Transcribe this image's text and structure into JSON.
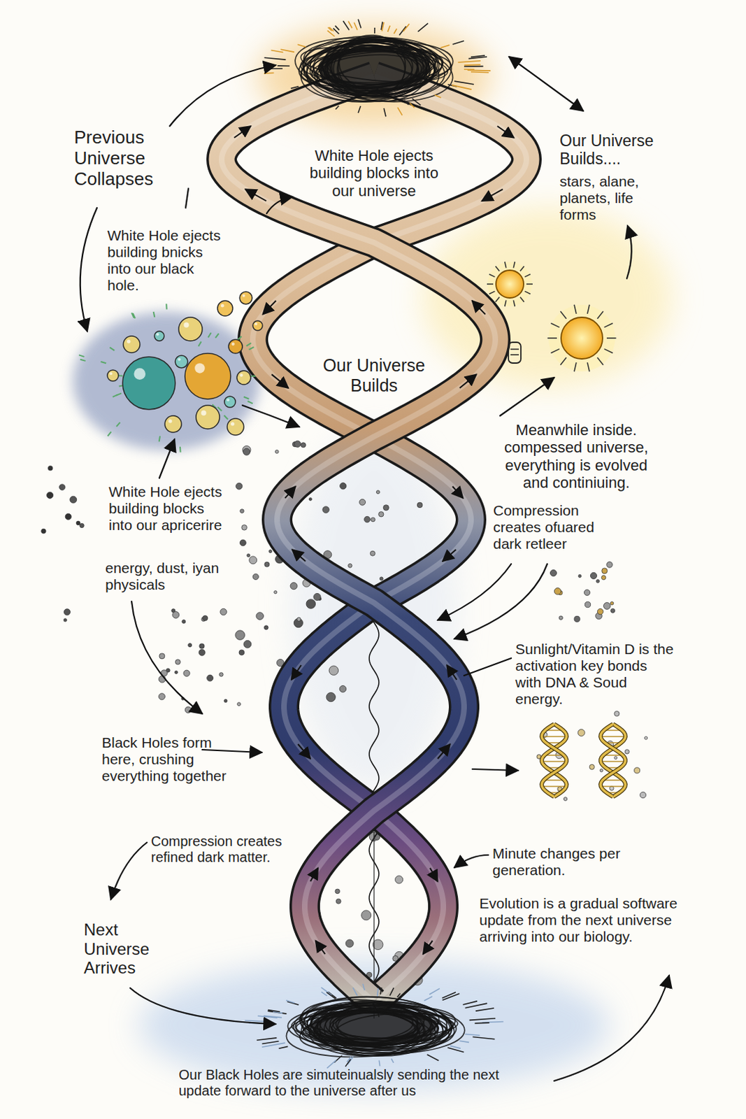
{
  "diagram": {
    "labels": [
      "Previous Universe Collapses",
      "White Hole ejects building blocks into our universe",
      "Our Universe Builds....",
      "stars, alane, planets, life forms",
      "White Hole ejects building bnicks into our black hole.",
      "Our Universe Builds",
      "Meanwhile inside. compessed universe, everything is evolved and continiuing.",
      "White Hole ejects building blocks into our apricerire",
      "energy, dust, iyan physicals",
      "Compression creates ofuared dark retleer",
      "Sunlight/Vitamin D is the activation key bonds with DNA & Soud energy.",
      "Black Holes form here, crushing everything together",
      "Compression creates refined dark matter.",
      "Minute changes per generation.",
      "Next Universe Arrives",
      "Evolution is a gradual software update from the next universe arriving into our biology.",
      "Our Black Holes are simuteinualsly sending the next update forward to the universe after us"
    ]
  }
}
